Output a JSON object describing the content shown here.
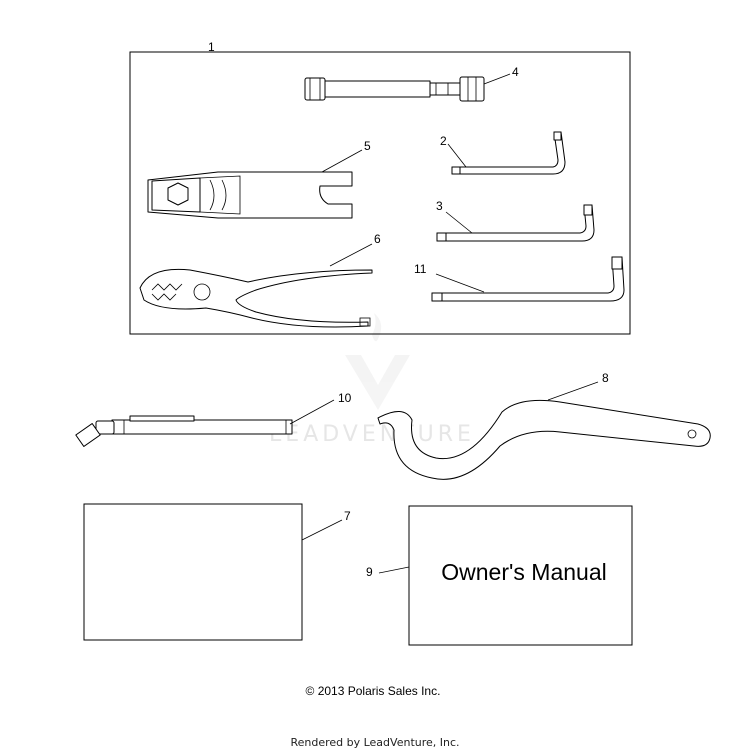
{
  "callouts": {
    "c1": "1",
    "c2": "2",
    "c3": "3",
    "c4": "4",
    "c5": "5",
    "c6": "6",
    "c7": "7",
    "c8": "8",
    "c9": "9",
    "c10": "10",
    "c11": "11"
  },
  "manual": {
    "title": "Owner's Manual"
  },
  "watermark": {
    "text": "LEADVENTURE"
  },
  "footer": {
    "copyright": "© 2013 Polaris Sales Inc.",
    "rendered_by": "Rendered by LeadVenture, Inc."
  }
}
